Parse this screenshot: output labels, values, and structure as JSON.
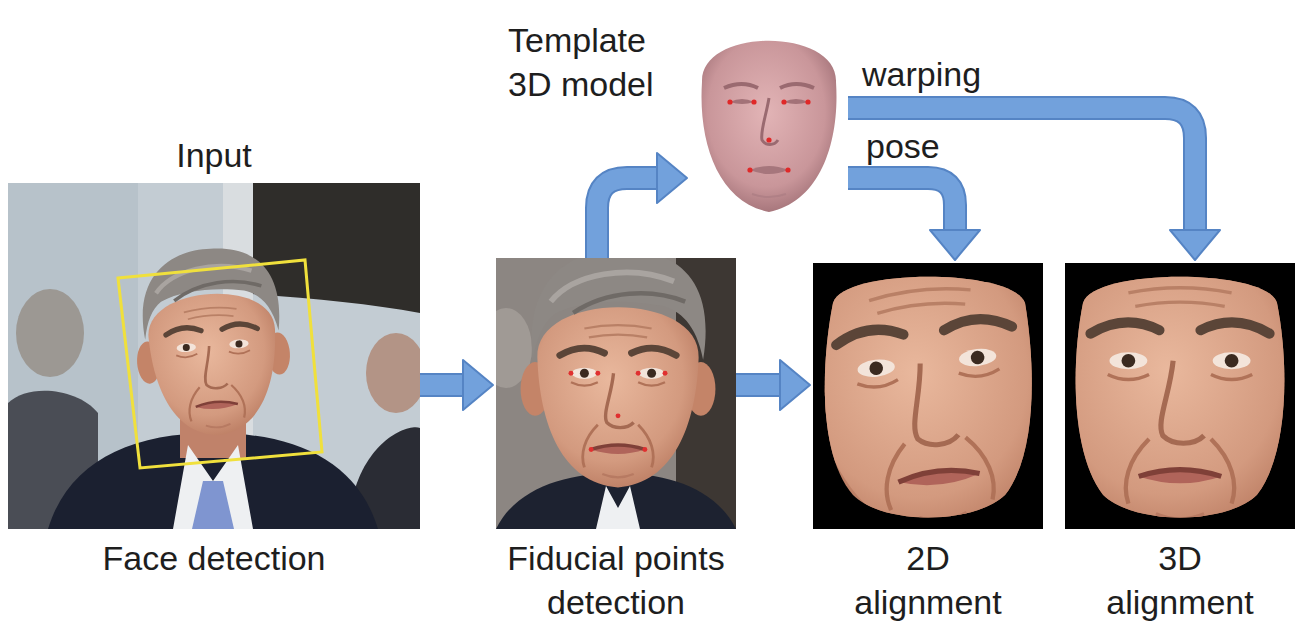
{
  "diagram": {
    "nodes": [
      {
        "text": [
          "Input",
          "Face detection"
        ]
      },
      {
        "text": [
          "Fiducial points detection"
        ]
      },
      {
        "text": [
          "Template 3D model"
        ]
      },
      {
        "text": [
          "2D alignment"
        ]
      },
      {
        "text": [
          "3D alignment"
        ]
      }
    ],
    "edges": [
      {
        "from": 0,
        "to": 1,
        "arrow": "to"
      },
      {
        "from": 1,
        "to": 2,
        "arrow": "to"
      },
      {
        "from": 1,
        "to": 3,
        "arrow": "to"
      },
      {
        "from": 2,
        "to": 3,
        "label": "pose",
        "arrow": "to"
      },
      {
        "from": 2,
        "to": 4,
        "label": "warping",
        "arrow": "to"
      }
    ]
  }
}
